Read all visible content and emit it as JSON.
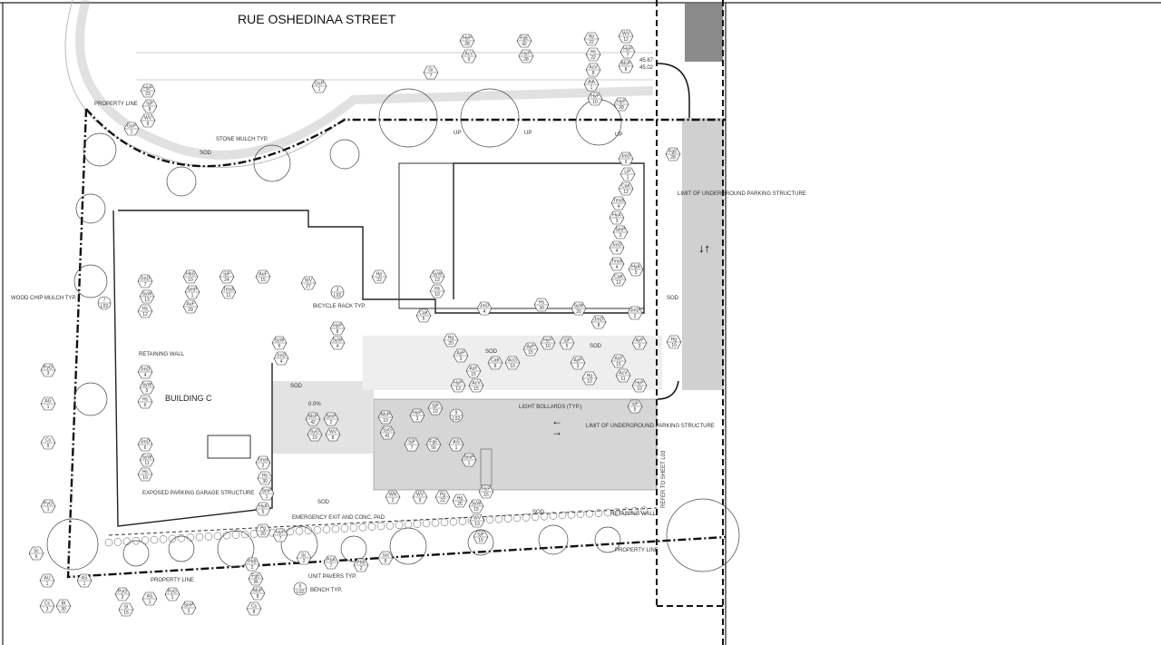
{
  "plan": {
    "street_name": "RUE OSHEDINAA STREET",
    "building": "BUILDING C",
    "slope": "0.0%",
    "elevations": [
      "45.67",
      "45.02"
    ],
    "labels": {
      "property_line_top": "PROPERTY LINE",
      "stone_mulch": "STONE MULCH TYP.",
      "wood_chip": "WOOD CHIP MULCH TYP.",
      "bicycle_rack": "BICYCLE RACK TYP.",
      "retaining_wall_west": "RETAINING WALL",
      "exposed_parking": "EXPOSED PARKING GARAGE STRUCTURE",
      "emergency_exit": "EMERGENCY EXIT AND CONC. PAD",
      "unit_pavers": "UNIT PAVERS TYP.",
      "bench": "BENCH TYP.",
      "property_line_south": "PROPERTY LINE",
      "light_bollards": "LIGHT BOLLARDS (TYP.)",
      "limit_parking_south": "LIMIT OF UNDERGROUND PARKING STRUCTURE",
      "limit_parking_east": "LIMIT OF UNDERGROUND PARKING STRUCTURE",
      "retaining_wall_south": "RETAINING WALL",
      "property_line_east": "PROPERTY LINE",
      "refer_sheet": "REFER TO SHEET L03",
      "sod": "SOD",
      "up": "UP"
    },
    "plant_tags": [
      {
        "code": "HyP",
        "qty": "28"
      },
      {
        "code": "AcV",
        "qty": "9"
      },
      {
        "code": "FgE",
        "qty": "42"
      },
      {
        "code": "HyP",
        "qty": "28"
      },
      {
        "code": "Hp",
        "qty": "22"
      },
      {
        "code": "Hs",
        "qty": "22"
      },
      {
        "code": "AcV",
        "qty": "8"
      },
      {
        "code": "WV",
        "qty": "12"
      },
      {
        "code": "HyP",
        "qty": "7"
      },
      {
        "code": "MsP",
        "qty": "8"
      },
      {
        "code": "AiA",
        "qty": "1"
      },
      {
        "code": "HyP",
        "qty": "10"
      },
      {
        "code": "HyP",
        "qty": "28"
      },
      {
        "code": "Gr",
        "qty": "7"
      },
      {
        "code": "GsP",
        "qty": "1"
      },
      {
        "code": "HyP",
        "qty": "23"
      },
      {
        "code": "SjP",
        "qty": "8"
      },
      {
        "code": "WV",
        "qty": "6"
      },
      {
        "code": "GsP",
        "qty": "1"
      },
      {
        "code": "PyG",
        "qty": "3"
      },
      {
        "code": "AG",
        "qty": "1"
      },
      {
        "code": "Cs",
        "qty": "9"
      },
      {
        "code": "PyG",
        "qty": "1"
      },
      {
        "code": "JmD",
        "qty": "7"
      },
      {
        "code": "SyW",
        "qty": "13"
      },
      {
        "code": "Hs",
        "qty": "12"
      },
      {
        "code": "JmD",
        "qty": "4"
      },
      {
        "code": "SyW",
        "qty": "5"
      },
      {
        "code": "Hs",
        "qty": "6"
      },
      {
        "code": "JmD",
        "qty": "6"
      },
      {
        "code": "SyW",
        "qty": "11"
      },
      {
        "code": "Hs",
        "qty": "10"
      },
      {
        "code": "HbS",
        "qty": "10"
      },
      {
        "code": "SmP",
        "qty": "1"
      },
      {
        "code": "AuF",
        "qty": "29"
      },
      {
        "code": "SjP",
        "qty": "24"
      },
      {
        "code": "Tmsh",
        "qty": "11"
      },
      {
        "code": "AuF",
        "qty": "15"
      },
      {
        "code": "WV",
        "qty": "27"
      },
      {
        "code": "HyP",
        "qty": "8"
      },
      {
        "code": "SyW",
        "qty": "4"
      },
      {
        "code": "SyW",
        "qty": "6"
      },
      {
        "code": "JmD",
        "qty": "4"
      },
      {
        "code": "MsP",
        "qty": "42"
      },
      {
        "code": "SmP",
        "qty": "2"
      },
      {
        "code": "SyG",
        "qty": "19"
      },
      {
        "code": "WV",
        "qty": "8"
      },
      {
        "code": "Tmsh",
        "qty": "2"
      },
      {
        "code": "Hs",
        "qty": "30"
      },
      {
        "code": "SmP",
        "qty": "1"
      },
      {
        "code": "HyA",
        "qty": "5"
      },
      {
        "code": "Pg",
        "qty": "20"
      },
      {
        "code": "HyP",
        "qty": "7"
      },
      {
        "code": "SyW",
        "qty": "15"
      },
      {
        "code": "WV",
        "qty": "13"
      },
      {
        "code": "Hp",
        "qty": "22"
      },
      {
        "code": "SyW",
        "qty": "13"
      },
      {
        "code": "Hs",
        "qty": "10"
      },
      {
        "code": "CaK",
        "qty": "5"
      },
      {
        "code": "JmD",
        "qty": "4"
      },
      {
        "code": "Hs",
        "qty": "30"
      },
      {
        "code": "SyW",
        "qty": "20"
      },
      {
        "code": "JmD",
        "qty": "8"
      },
      {
        "code": "CaK",
        "qty": "12"
      },
      {
        "code": "JmD",
        "qty": "2"
      },
      {
        "code": "Hg",
        "qty": "20"
      },
      {
        "code": "AyP",
        "qty": "3"
      },
      {
        "code": "AsF",
        "qty": "15"
      },
      {
        "code": "AcV",
        "qty": "15"
      },
      {
        "code": "HyP",
        "qty": "13"
      },
      {
        "code": "CaK",
        "qty": "8"
      },
      {
        "code": "AcG",
        "qty": "10"
      },
      {
        "code": "AyP",
        "qty": "15"
      },
      {
        "code": "HyP",
        "qty": "10"
      },
      {
        "code": "SjP",
        "qty": "5"
      },
      {
        "code": "AyP",
        "qty": "3"
      },
      {
        "code": "Hg",
        "qty": "10"
      },
      {
        "code": "AsF",
        "qty": "15"
      },
      {
        "code": "AcV",
        "qty": "11"
      },
      {
        "code": "HyP",
        "qty": "10"
      },
      {
        "code": "AyP",
        "qty": "3"
      },
      {
        "code": "Hg",
        "qty": "10"
      },
      {
        "code": "SjP",
        "qty": "5"
      },
      {
        "code": "SjP",
        "qty": "10"
      },
      {
        "code": "MsP",
        "qty": "10"
      },
      {
        "code": "SyG",
        "qty": "41"
      },
      {
        "code": "HyP",
        "qty": "3"
      },
      {
        "code": "SjP",
        "qty": "7"
      },
      {
        "code": "FgE",
        "qty": "56"
      },
      {
        "code": "AiS",
        "qty": "1"
      },
      {
        "code": "SmP",
        "qty": "1"
      },
      {
        "code": "WN",
        "qty": "2"
      },
      {
        "code": "WV",
        "qty": "9"
      },
      {
        "code": "Pg",
        "qty": "22"
      },
      {
        "code": "Hg",
        "qty": "25"
      },
      {
        "code": "HyP",
        "qty": "15"
      },
      {
        "code": "SjP",
        "qty": "10"
      },
      {
        "code": "JmD",
        "qty": "3"
      },
      {
        "code": "LiP",
        "qty": "1"
      },
      {
        "code": "CaK",
        "qty": "12"
      },
      {
        "code": "Tmsh",
        "qty": "4"
      },
      {
        "code": "HyA",
        "qty": "3"
      },
      {
        "code": "SmP",
        "qty": "2"
      },
      {
        "code": "JmD",
        "qty": "4"
      },
      {
        "code": "Tmsh",
        "qty": "4"
      },
      {
        "code": "HyA",
        "qty": "3"
      },
      {
        "code": "FgE",
        "qty": "28"
      },
      {
        "code": "Sc",
        "qty": "6"
      },
      {
        "code": "AU",
        "qty": "1"
      },
      {
        "code": "Cs",
        "qty": "3"
      },
      {
        "code": "Bt",
        "qty": "30"
      },
      {
        "code": "AS",
        "qty": "1"
      },
      {
        "code": "PyG",
        "qty": "2"
      },
      {
        "code": "St",
        "qty": "15"
      },
      {
        "code": "AS",
        "qty": "1"
      },
      {
        "code": "PyG",
        "qty": "1"
      },
      {
        "code": "SmP",
        "qty": "3"
      },
      {
        "code": "PhB",
        "qty": "2"
      },
      {
        "code": "FgE",
        "qty": "36"
      },
      {
        "code": "MsP",
        "qty": "8"
      },
      {
        "code": "Cs",
        "qty": "8"
      },
      {
        "code": "Sc",
        "qty": "2"
      },
      {
        "code": "PpA",
        "qty": "7"
      },
      {
        "code": "PhB",
        "qty": "2"
      },
      {
        "code": "Sol",
        "qty": "8"
      }
    ],
    "callouts": [
      {
        "num": "7",
        "sheet": "L02"
      },
      {
        "num": "3",
        "sheet": "L02"
      },
      {
        "num": "6",
        "sheet": "L02"
      },
      {
        "num": "9",
        "sheet": "L02"
      }
    ],
    "colors": {
      "line": "#111111",
      "paving": "#d9d9d9",
      "road": "#c8c8c8",
      "dark_block": "#8a8a8a"
    }
  }
}
